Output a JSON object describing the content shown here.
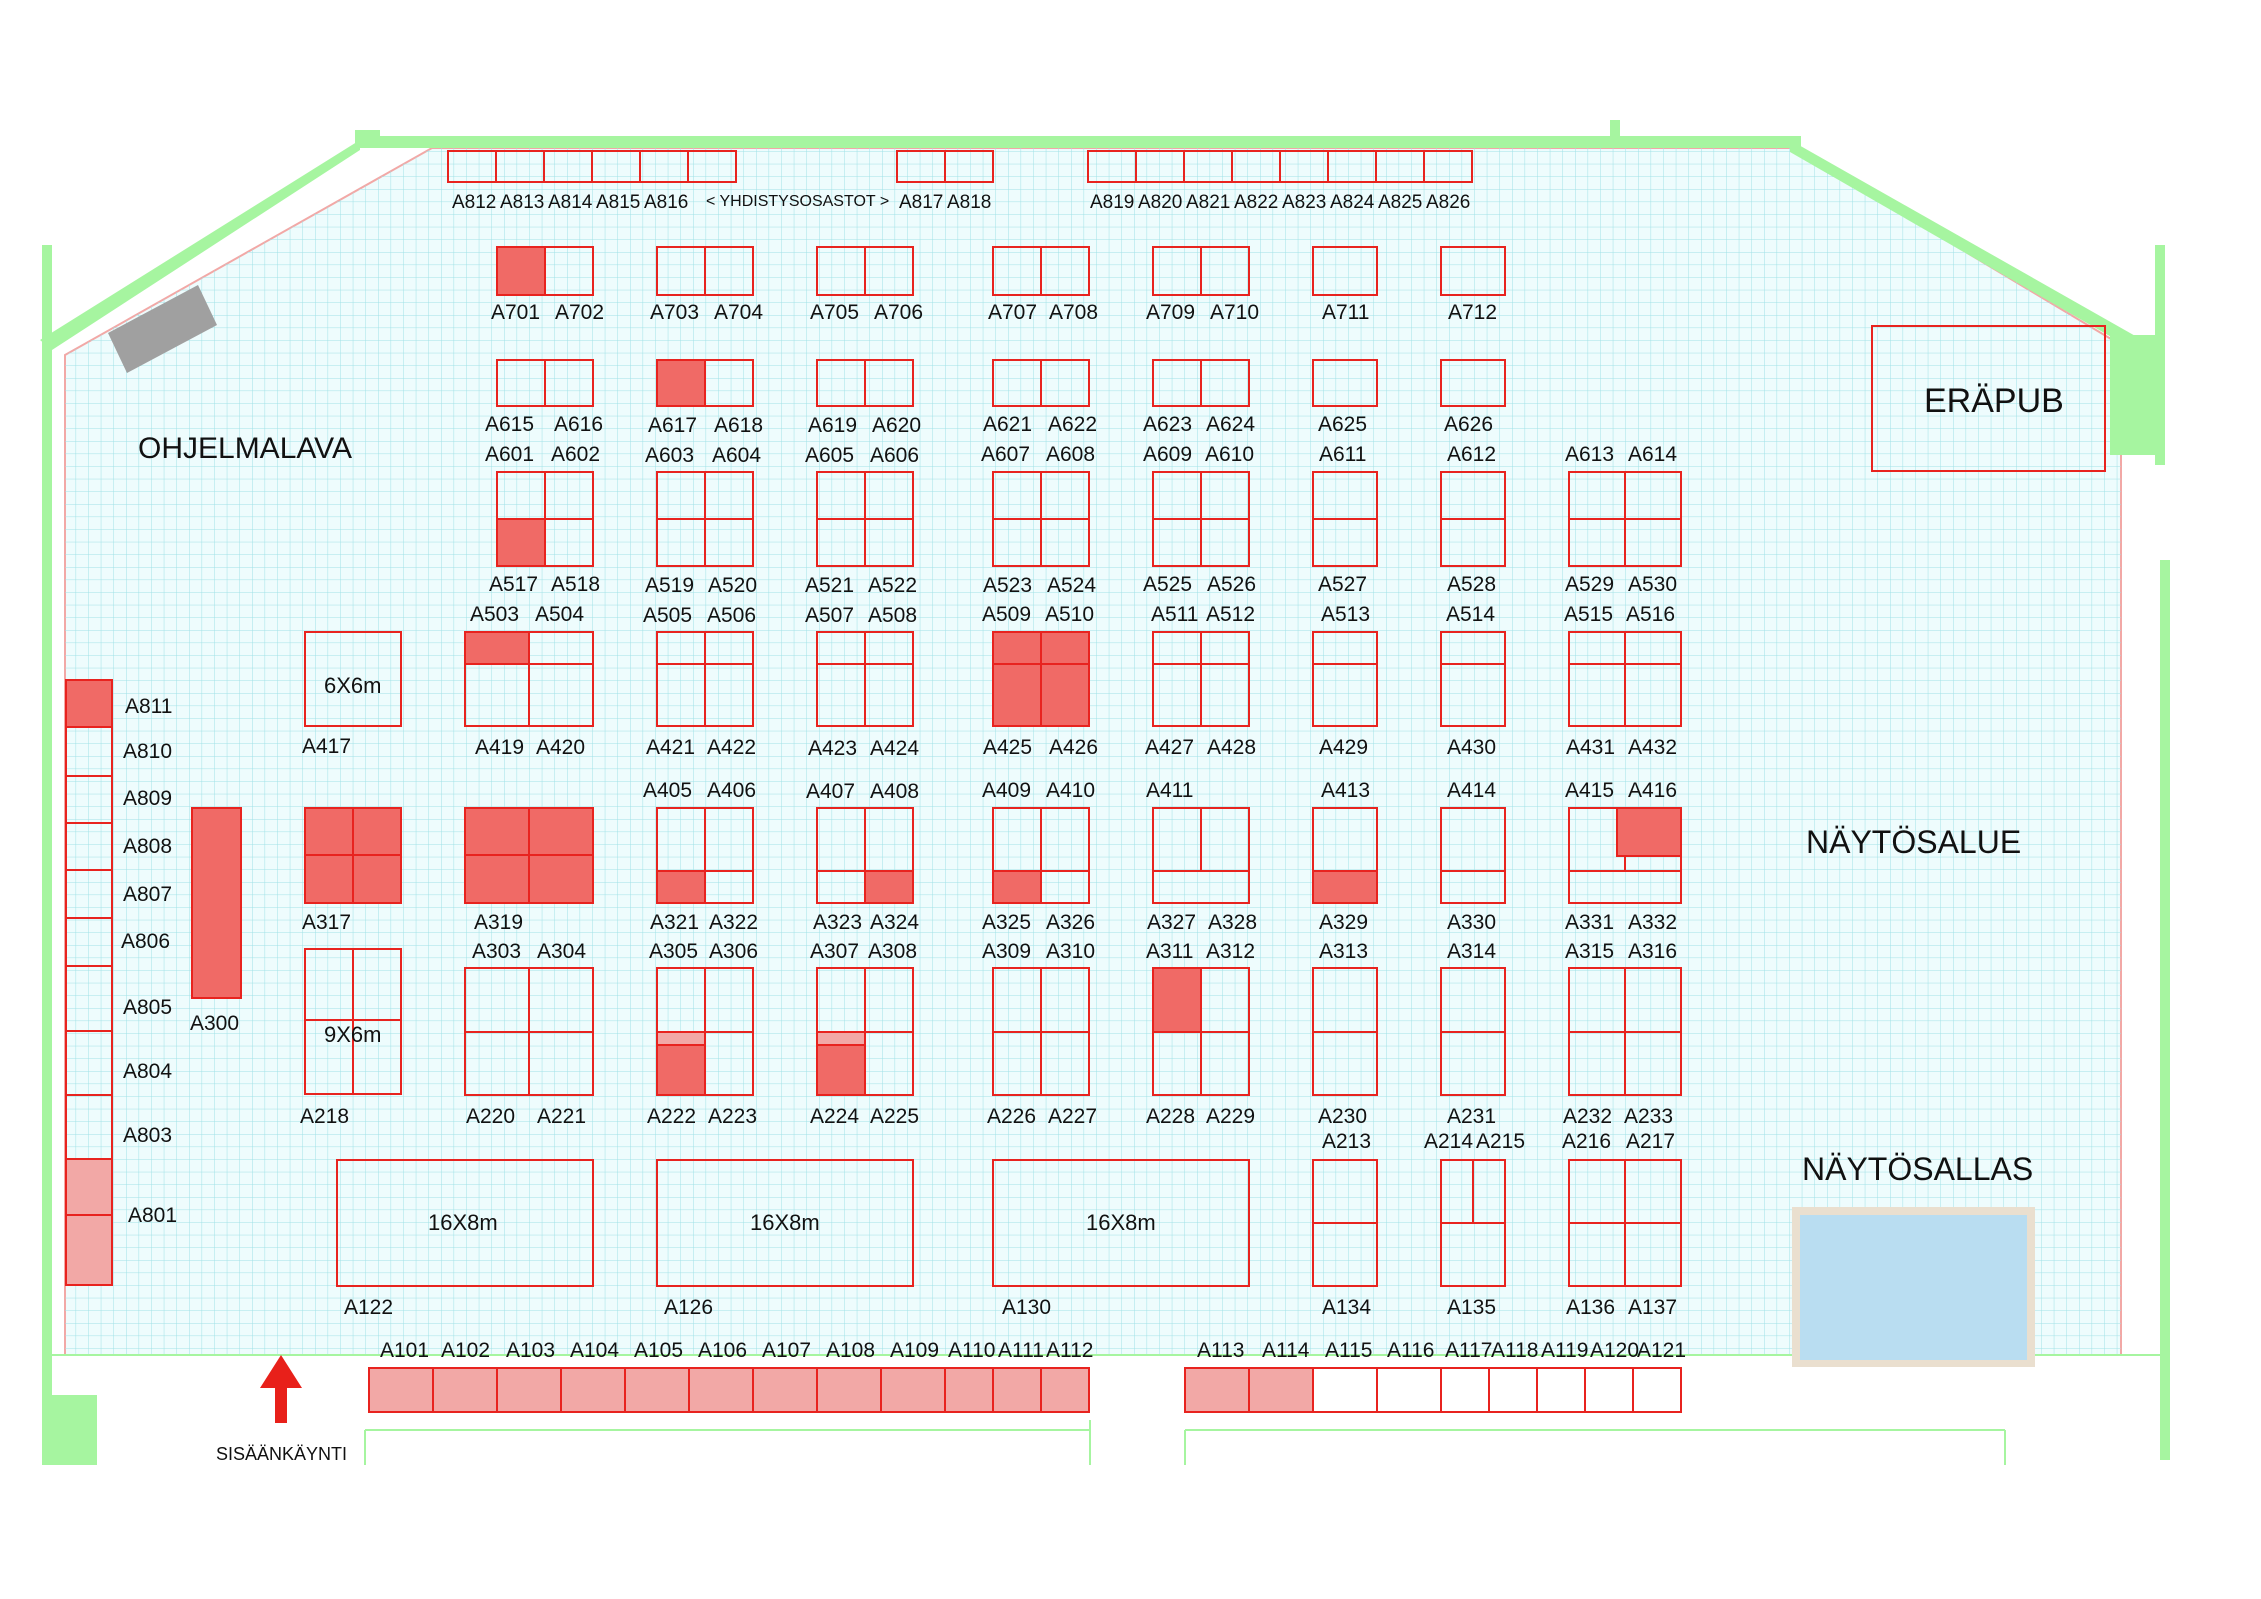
{
  "colors": {
    "wall": "#a6f5a0",
    "grid": "#9fe1e6",
    "floor": "#eefcfd",
    "booth_border": "#e8231f",
    "reserved": "#f06a66",
    "reserved_light": "#f2a8a6",
    "pool": "#b9ddf1",
    "pool_frame": "#eadfcf",
    "stage": "#a0a0a0",
    "entrance_arrow": "#e8201a"
  },
  "areas": {
    "stage": "OHJELMALAVA",
    "pub": "ERÄPUB",
    "show_area": "NÄYTÖSALUE",
    "show_pool": "NÄYTÖSALLAS",
    "entrance": "SISÄÄNKÄYNTI",
    "associations": "< YHDISTYSOSASTOT >"
  },
  "legend_icons": [
    "entrance-arrow-icon"
  ],
  "booth_labels": [
    "A812",
    "A813",
    "A814",
    "A815",
    "A816",
    "A817",
    "A818",
    "A819",
    "A820",
    "A821",
    "A822",
    "A823",
    "A824",
    "A825",
    "A826",
    "A701",
    "A702",
    "A703",
    "A704",
    "A705",
    "A706",
    "A707",
    "A708",
    "A709",
    "A710",
    "A711",
    "A712",
    "A615",
    "A616",
    "A617",
    "A618",
    "A619",
    "A620",
    "A621",
    "A622",
    "A623",
    "A624",
    "A625",
    "A626",
    "A601",
    "A602",
    "A603",
    "A604",
    "A605",
    "A606",
    "A607",
    "A608",
    "A609",
    "A610",
    "A611",
    "A612",
    "A613",
    "A614",
    "A517",
    "A518",
    "A519",
    "A520",
    "A521",
    "A522",
    "A523",
    "A524",
    "A525",
    "A526",
    "A527",
    "A528",
    "A529",
    "A530",
    "A503",
    "A504",
    "A505",
    "A506",
    "A507",
    "A508",
    "A509",
    "A510",
    "A511",
    "A512",
    "A513",
    "A514",
    "A515",
    "A516",
    "A811",
    "A810",
    "A809",
    "A808",
    "A807",
    "A806",
    "A805",
    "A804",
    "A803",
    "A801",
    "6X6m",
    "A417",
    "A419",
    "A420",
    "A421",
    "A422",
    "A423",
    "A424",
    "A425",
    "A426",
    "A427",
    "A428",
    "A429",
    "A430",
    "A431",
    "A432",
    "A405",
    "A406",
    "A407",
    "A408",
    "A409",
    "A410",
    "A411",
    "A413",
    "A414",
    "A415",
    "A416",
    "A317",
    "A300",
    "A319",
    "A321",
    "A322",
    "A323",
    "A324",
    "A325",
    "A326",
    "A327",
    "A328",
    "A329",
    "A330",
    "A331",
    "A332",
    "A303",
    "A304",
    "A305",
    "A306",
    "A307",
    "A308",
    "A309",
    "A310",
    "A311",
    "A312",
    "A313",
    "A314",
    "A315",
    "A316",
    "9X6m",
    "A218",
    "A220",
    "A221",
    "A222",
    "A223",
    "A224",
    "A225",
    "A226",
    "A227",
    "A228",
    "A229",
    "A230",
    "A231",
    "A232",
    "A233",
    "A213",
    "A214",
    "A215",
    "A216",
    "A217",
    "16X8m",
    "A122",
    "A126",
    "A130",
    "A134",
    "A135",
    "A136",
    "A137",
    "A101",
    "A102",
    "A103",
    "A104",
    "A105",
    "A106",
    "A107",
    "A108",
    "A109",
    "A110",
    "A111",
    "A112",
    "A113",
    "A114",
    "A115",
    "A116",
    "A117",
    "A118",
    "A119",
    "A120",
    "A121"
  ]
}
